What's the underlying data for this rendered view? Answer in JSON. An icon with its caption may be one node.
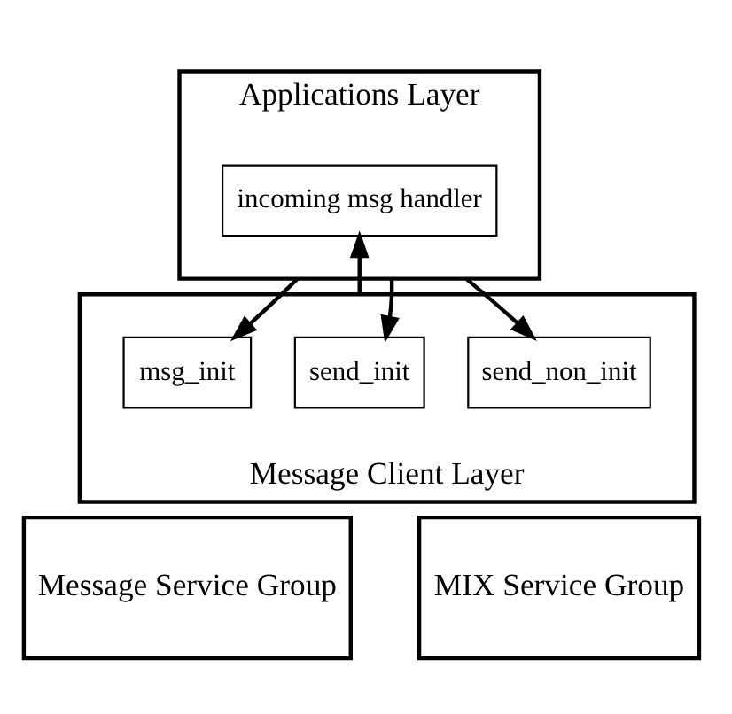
{
  "diagram": {
    "nodes": [
      {
        "text": [
          "Applications Layer"
        ]
      },
      {
        "text": [
          "incoming msg handler"
        ],
        "in": 0
      },
      {
        "text": [
          "Message Client Layer"
        ]
      },
      {
        "text": [
          "msg_init"
        ],
        "in": 2
      },
      {
        "text": [
          "send_init"
        ],
        "in": 2
      },
      {
        "text": [
          "send_non_init"
        ],
        "in": 2
      },
      {
        "text": [
          "Message Service Group"
        ]
      },
      {
        "text": [
          "MIX Service Group"
        ]
      }
    ],
    "edges": [
      {
        "from": 0,
        "to": 3,
        "arrow": "to"
      },
      {
        "from": 2,
        "to": 1,
        "arrow": "to"
      },
      {
        "from": 0,
        "to": 4,
        "arrow": "to"
      },
      {
        "from": 0,
        "to": 5,
        "arrow": "to"
      }
    ]
  }
}
